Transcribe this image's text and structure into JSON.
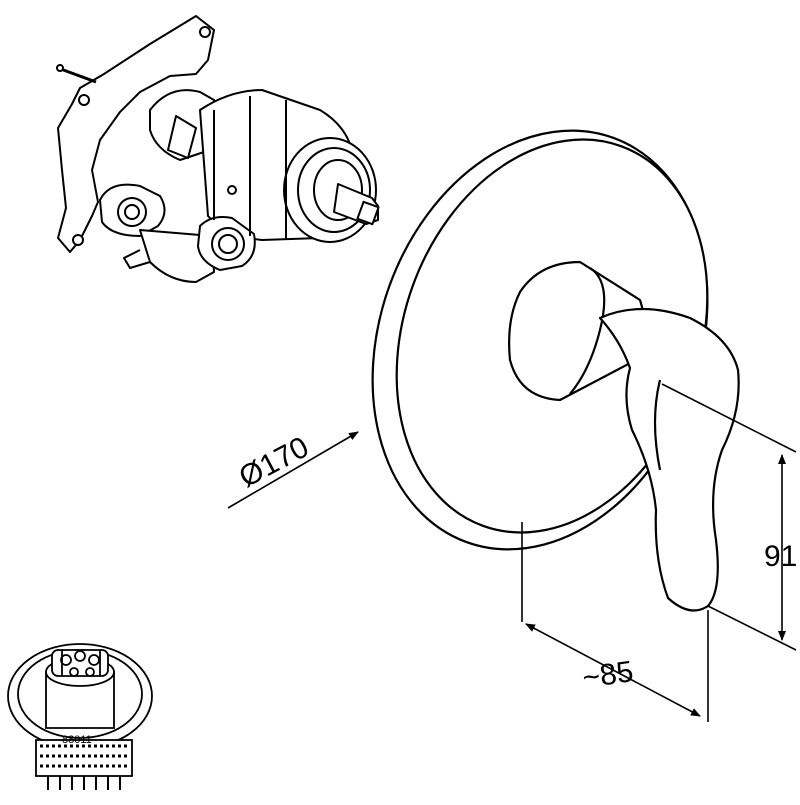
{
  "dimensions": {
    "diameter": "Ø170",
    "height": "91",
    "depth": "~85"
  },
  "part_label": "88011",
  "colors": {
    "line": "#000000",
    "background": "#ffffff"
  }
}
